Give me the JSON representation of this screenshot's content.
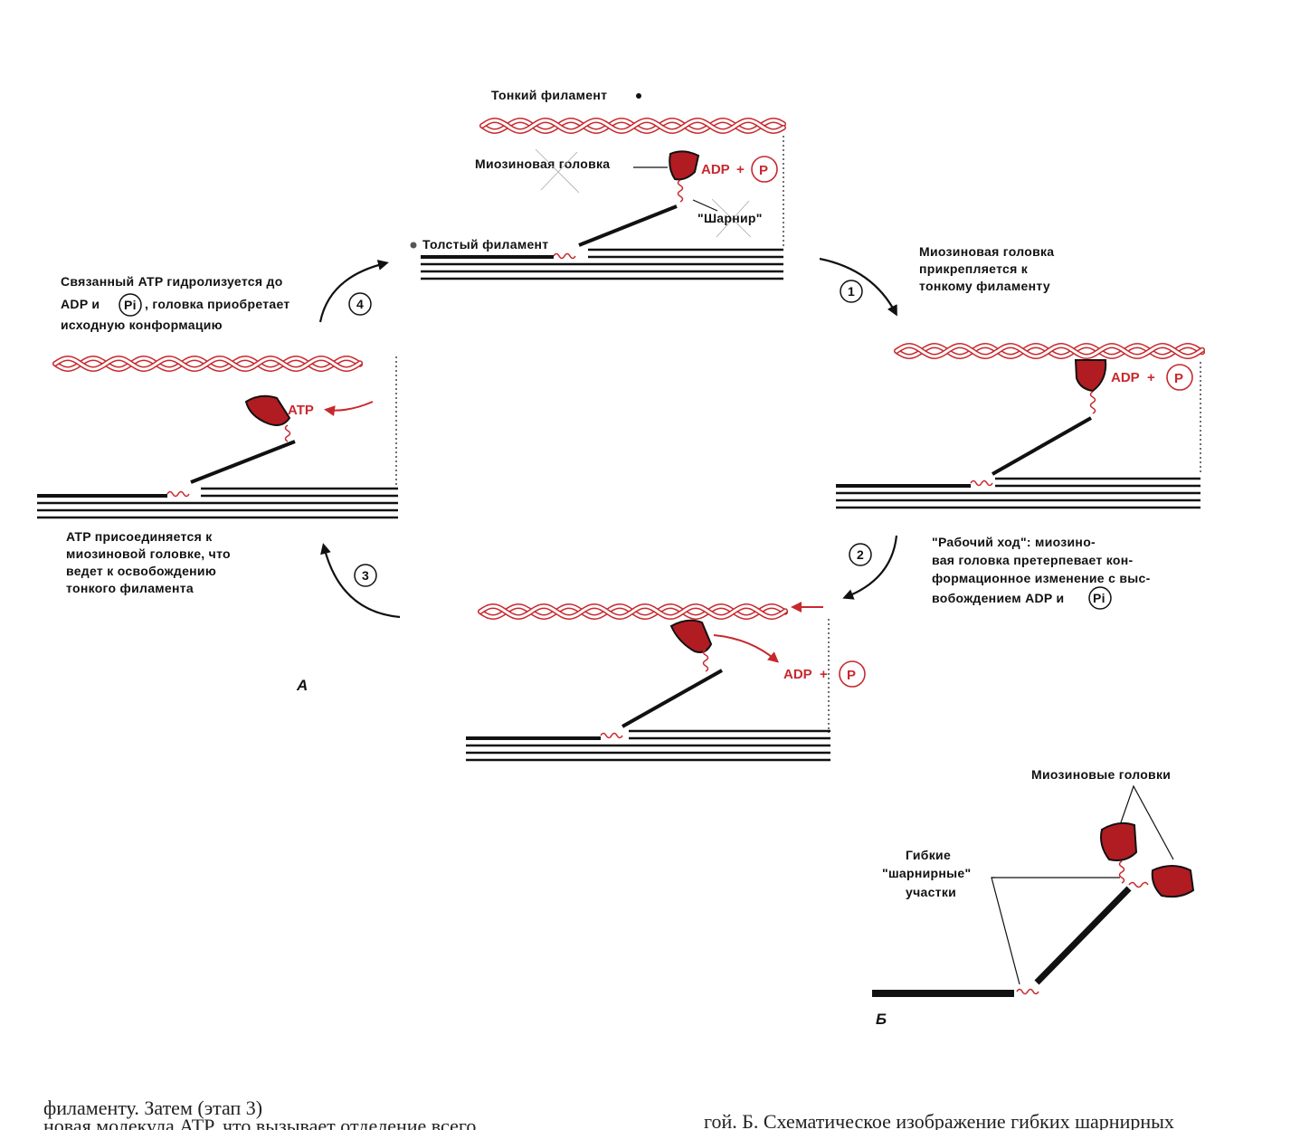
{
  "colors": {
    "red": "#c8282d",
    "head": "#b01c22",
    "black": "#111111"
  },
  "labels": {
    "thin_filament": "Тонкий филамент",
    "myosin_head": "Миозиновая головка",
    "hinge": "\"Шарнир\"",
    "thick_filament": "Толстый филамент",
    "adp": "ADP",
    "p": "P",
    "atp": "ATP",
    "plus": "+"
  },
  "steps": {
    "step1_num": "1",
    "step1": [
      "Миозиновая головка",
      "прикрепляется к",
      "тонкому филаменту"
    ],
    "step2_num": "2",
    "step2": [
      "\"Рабочий ход\": миозино-",
      "вая головка претерпевает кон-",
      "формационное изменение с выс-",
      "вобождением ADP и"
    ],
    "step2_pi": "Pi",
    "step3_num": "3",
    "step3": [
      "ATP присоединяется к",
      "миозиновой головке, что",
      "ведет к освобождению",
      "тонкого филамента"
    ],
    "step4_num": "4",
    "step4": [
      "Связанный ATP гидролизуется до",
      "ADP и",
      ", головка приобретает",
      "исходную конформацию"
    ],
    "step4_pi": "Pi"
  },
  "panel_a": "А",
  "panel_b": {
    "label": "Б",
    "myosin_heads": "Миозиновые головки",
    "hinge_regions": [
      "Гибкие",
      "\"шарнирные\"",
      "участки"
    ]
  },
  "footer": {
    "left_line1": "филаменту. Затем (этап 3)",
    "left_line2": "новая молекула ATP, что вызывает отделение всего",
    "right_line1": "гой. Б. Схематическое изображение гибких шарнирных"
  }
}
